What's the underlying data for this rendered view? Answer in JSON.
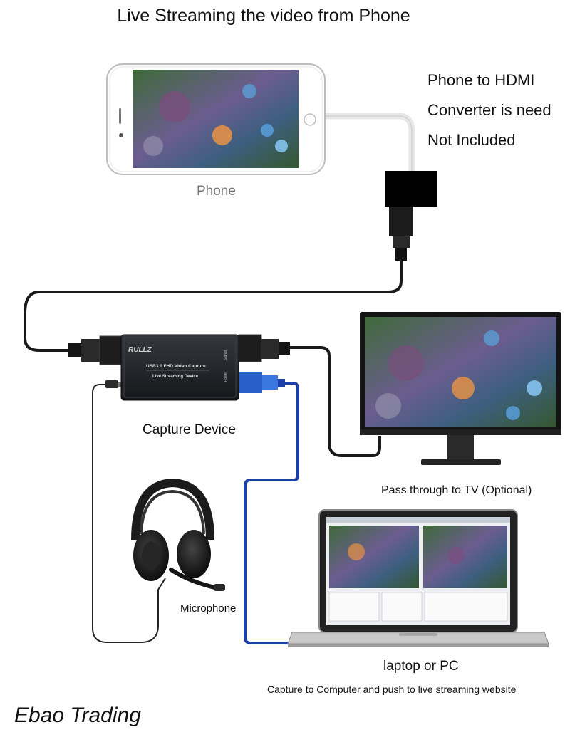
{
  "title": "Live Streaming the video from Phone",
  "notes": [
    "Phone to HDMI",
    "Converter is need",
    "Not Included"
  ],
  "labels": {
    "phone": "Phone",
    "capture": "Capture Device",
    "tv": "Pass through to TV (Optional)",
    "microphone": "Microphone",
    "laptop": "laptop or PC",
    "caption": "Capture to Computer and push to live streaming website"
  },
  "device": {
    "brand": "RULLZ",
    "model": "USB3.0 FHD Video Capture",
    "subtitle": "Live Streaming Device",
    "port_signal": "Signal",
    "port_power": "Power"
  },
  "brand": "Ebao Trading",
  "colors": {
    "hdmi_cable": "#1a1a1a",
    "usb_cable": "#1f3fa8",
    "audio_cable": "#222222",
    "usb_connector": "#2860c8",
    "device_body": "#1b1e22"
  }
}
